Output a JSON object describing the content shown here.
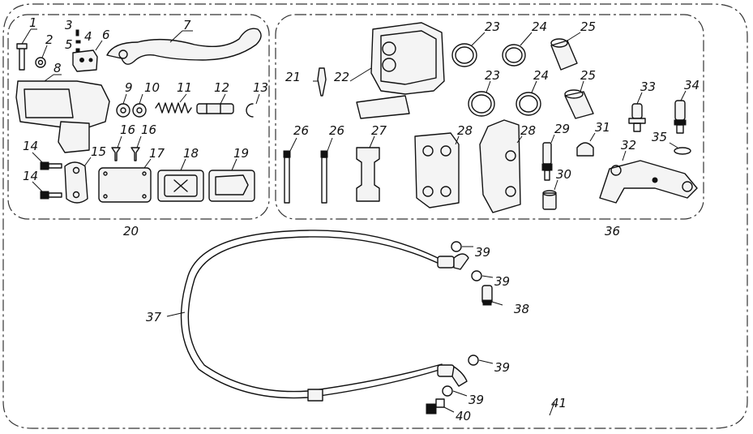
{
  "callouts": {
    "c1": "1",
    "c2": "2",
    "c3": "3",
    "c4": "4",
    "c5": "5",
    "c6": "6",
    "c7": "7",
    "c8": "8",
    "c9": "9",
    "c10": "10",
    "c11": "11",
    "c12": "12",
    "c13": "13",
    "c14a": "14",
    "c14b": "14",
    "c15": "15",
    "c16a": "16",
    "c16b": "16",
    "c17": "17",
    "c18": "18",
    "c19": "19",
    "c20": "20",
    "c21": "21",
    "c22": "22",
    "c23a": "23",
    "c23b": "23",
    "c24a": "24",
    "c24b": "24",
    "c25a": "25",
    "c25b": "25",
    "c26a": "26",
    "c26b": "26",
    "c27": "27",
    "c28a": "28",
    "c28b": "28",
    "c29": "29",
    "c30": "30",
    "c31": "31",
    "c32": "32",
    "c33": "33",
    "c34": "34",
    "c35": "35",
    "c36": "36",
    "c37": "37",
    "c38": "38",
    "c39a": "39",
    "c39b": "39",
    "c39c": "39",
    "c39d": "39",
    "c40": "40",
    "c41": "41"
  }
}
